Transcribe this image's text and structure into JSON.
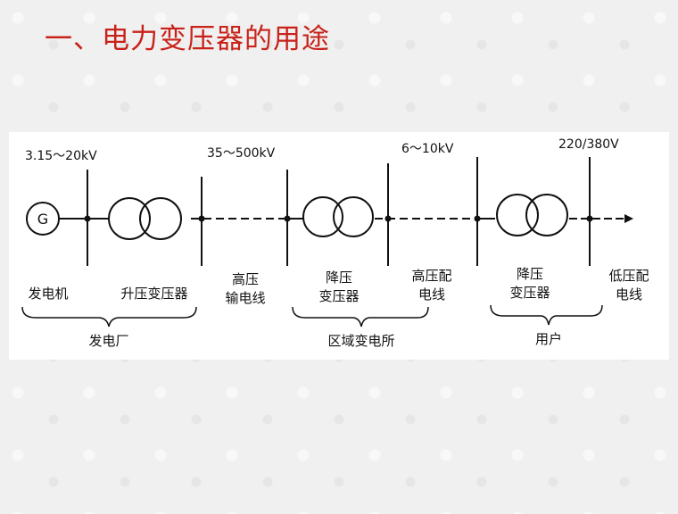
{
  "title": "一、电力变压器的用途",
  "voltages": {
    "generation": "3.15～20kV",
    "transmission": "35～500kV",
    "distribution": "6～10kV",
    "user": "220/380V"
  },
  "components": {
    "generator_symbol": "G",
    "generator": "发电机",
    "step_up_transformer": "升压变压器",
    "hv_line_1": "高压",
    "hv_line_2": "输电线",
    "step_down_1": "降压",
    "step_down_2": "变压器",
    "hv_dist_1": "高压配",
    "hv_dist_2": "电线",
    "user_step_down_1": "降压",
    "user_step_down_2": "变压器",
    "lv_dist_1": "低压配",
    "lv_dist_2": "电线"
  },
  "groups": {
    "power_plant": "发电厂",
    "substation": "区域变电所",
    "user": "用户"
  }
}
